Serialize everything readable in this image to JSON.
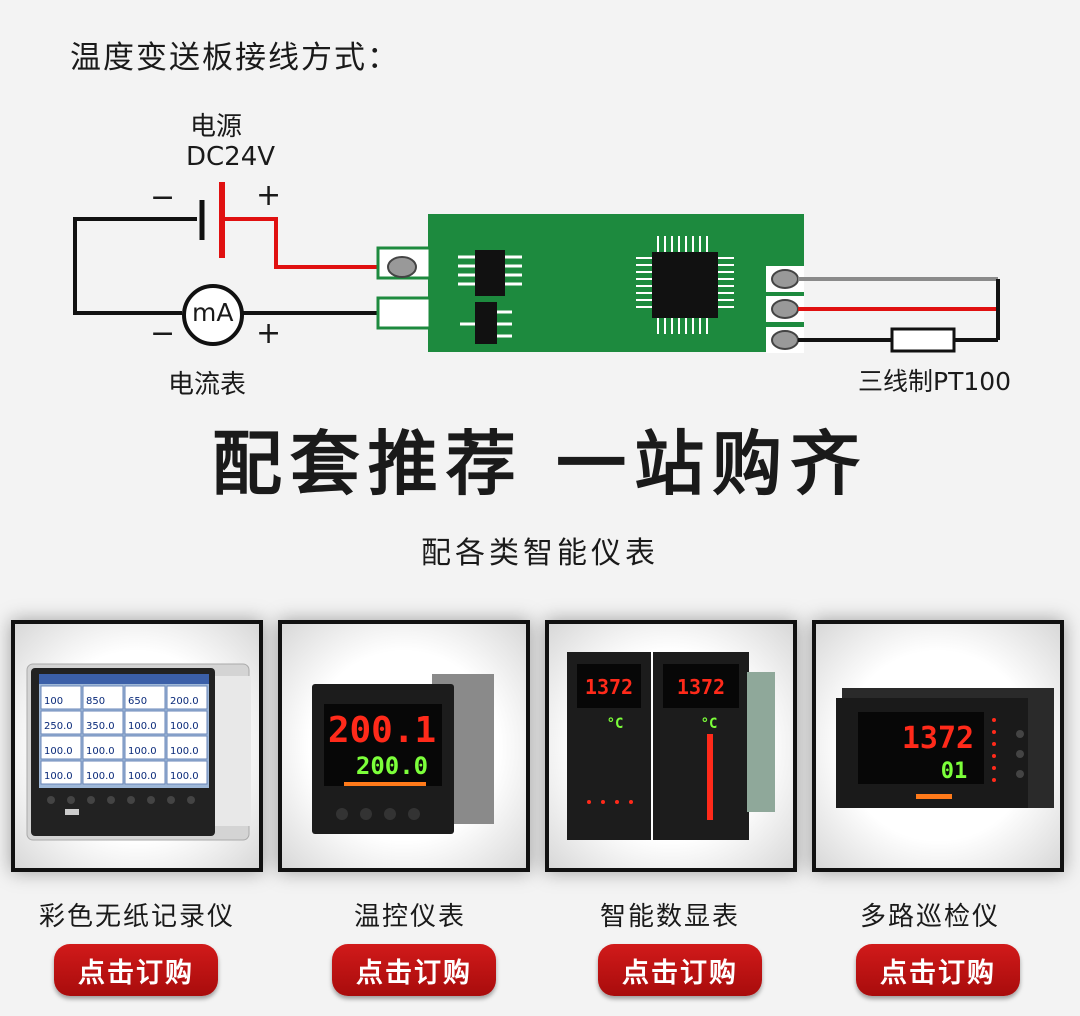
{
  "wiring": {
    "title": "温度变送板接线方式：",
    "power_label": "电源",
    "power_voltage": "DC24V",
    "minus": "−",
    "plus": "+",
    "meter_symbol": "mA",
    "meter_label": "电流表",
    "sensor_label": "三线制PT100"
  },
  "slogan": {
    "main": "配套推荐  一站购齐",
    "sub": "配各类智能仪表"
  },
  "products": [
    {
      "name": "彩色无纸记录仪",
      "button": "点击订购",
      "screen_values": [
        "100",
        "850",
        "650",
        "200.0",
        "250.0",
        "350.0",
        "100.0",
        "100.0",
        "100.0",
        "100.0",
        "100.0",
        "100.0",
        "100.0",
        "100.0",
        "100.0",
        "100.0"
      ]
    },
    {
      "name": "温控仪表",
      "button": "点击订购",
      "pv": "200.1",
      "sv": "200.0"
    },
    {
      "name": "智能数显表",
      "button": "点击订购",
      "reading_left": "1372",
      "reading_right": "1372",
      "unit": "°C"
    },
    {
      "name": "多路巡检仪",
      "button": "点击订购",
      "reading": "1372",
      "channel": "01"
    }
  ],
  "colors": {
    "board_green": "#1d8a3e",
    "wire_red": "#e01010",
    "button_red": "#c41212",
    "led_red": "#ff2a1a",
    "led_green": "#7cff3a"
  }
}
